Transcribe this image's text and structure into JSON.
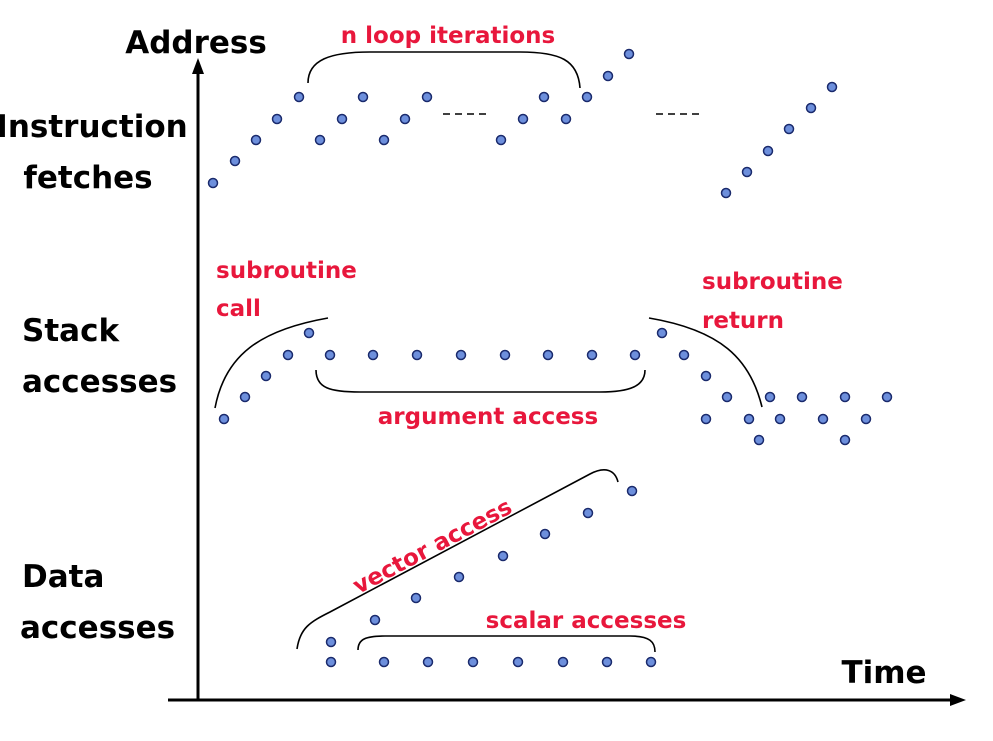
{
  "axes": {
    "y_title": "Address",
    "x_title": "Time"
  },
  "rows": [
    {
      "line1": "Instruction",
      "line2": "fetches"
    },
    {
      "line1": "Stack",
      "line2": "accesses"
    },
    {
      "line1": "Data",
      "line2": "accesses"
    }
  ],
  "annotations": {
    "loop": "n loop iterations",
    "call_line1": "subroutine",
    "call_line2": "call",
    "return_line1": "subroutine",
    "return_line2": "return",
    "argument": "argument access",
    "vector": "vector access",
    "scalar": "scalar accesses"
  },
  "colors": {
    "annotation": "#e8173c",
    "dot_fill": "#6d8fdc",
    "dot_stroke": "#1a2a6c",
    "axis": "#000000"
  }
}
